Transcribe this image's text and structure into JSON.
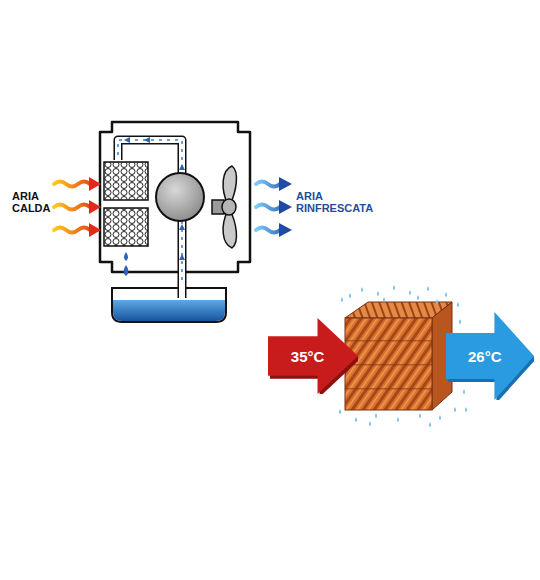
{
  "diagram": {
    "nodes": [
      {
        "text": [
          "35°C"
        ]
      },
      {
        "text": [
          "26°C"
        ]
      }
    ],
    "labels": [
      "ARIA CALDA",
      "ARIA RINFRESCATA"
    ]
  }
}
